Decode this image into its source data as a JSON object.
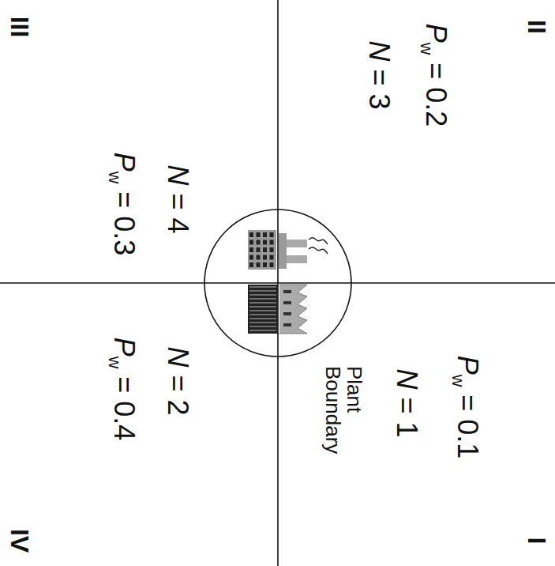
{
  "diagram": {
    "nodes": [
      {
        "text": [
          "Plant Boundary"
        ]
      }
    ],
    "labels": [
      "III",
      "II",
      "Pw = 0.3",
      "N = 4",
      "Pw = 0.2",
      "N = 3",
      "N = 2",
      "Pw = 0.4",
      "Pw = 0.1",
      "N = 1",
      "IV",
      "I"
    ]
  }
}
